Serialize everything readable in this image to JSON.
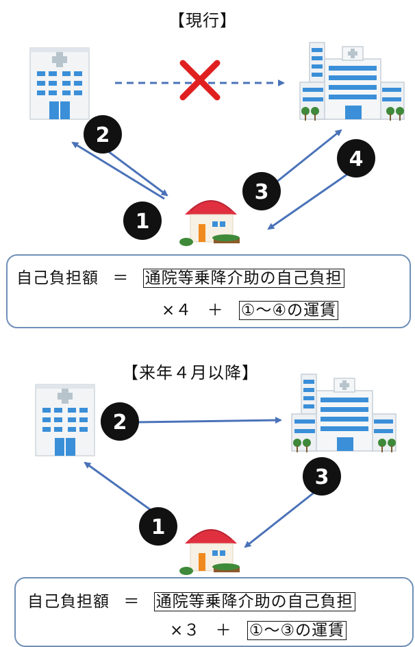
{
  "sections": [
    {
      "title": "【現行】",
      "steps": [
        "1",
        "2",
        "3",
        "4"
      ],
      "formula": {
        "label": "自己負担額",
        "eq": "＝",
        "term1": "通院等乗降介助の自己負担",
        "mult": "×４",
        "plus": "＋",
        "term2": "①〜④の運賃"
      }
    },
    {
      "title": "【来年４月以降】",
      "steps": [
        "1",
        "2",
        "3"
      ],
      "formula": {
        "label": "自己負担額",
        "eq": "＝",
        "term1": "通院等乗降介助の自己負担",
        "mult": "×３",
        "plus": "＋",
        "term2": "①〜③の運賃"
      }
    }
  ],
  "colors": {
    "arrow": "#4a72b8",
    "badge": "#111111",
    "cross": "#e02020",
    "roof": "#e03040",
    "window": "#3a8fd8",
    "box_border": "#6f8fb8"
  },
  "icons": [
    "clinic-icon",
    "hospital-icon",
    "house-icon",
    "cross-mark-icon"
  ]
}
